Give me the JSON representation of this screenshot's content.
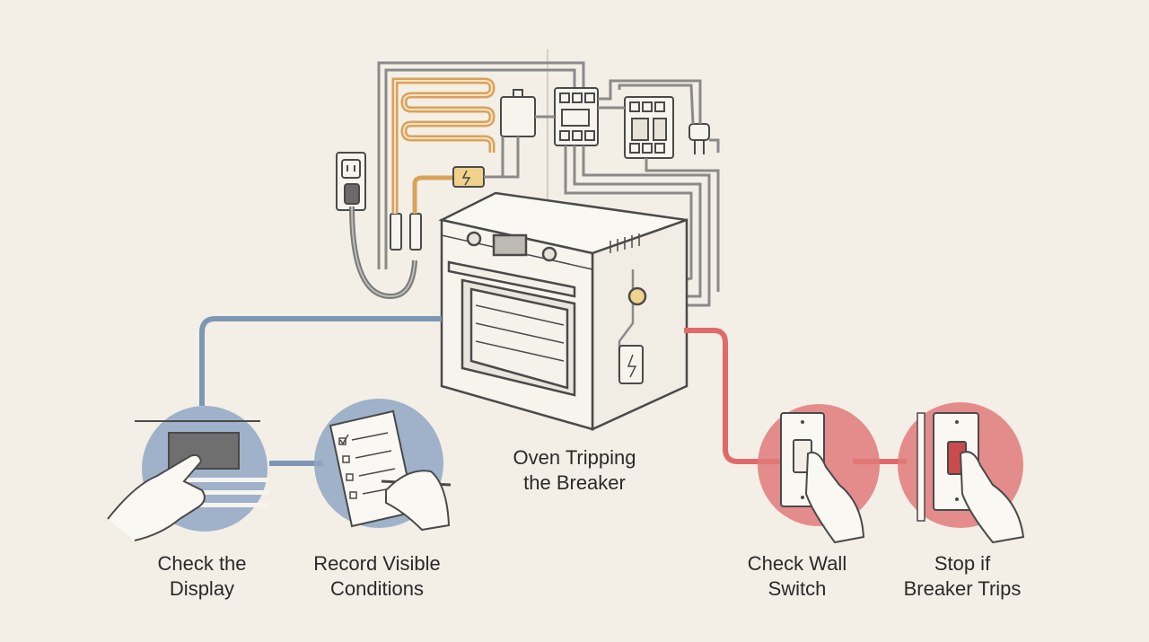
{
  "diagram": {
    "center": {
      "line1": "Oven Tripping",
      "line2": "the Breaker"
    },
    "steps": [
      {
        "line1": "Check the",
        "line2": "Display",
        "color": "#7d96b5",
        "icon": "display-check-hand-icon"
      },
      {
        "line1": "Record Visible",
        "line2": "Conditions",
        "color": "#7d96b5",
        "icon": "checklist-writing-icon"
      },
      {
        "line1": "Check Wall",
        "line2": "Switch",
        "color": "#e07a7a",
        "icon": "wall-switch-hand-icon"
      },
      {
        "line1": "Stop if",
        "line2": "Breaker Trips",
        "color": "#e07a7a",
        "icon": "breaker-switch-hand-icon"
      }
    ],
    "colors": {
      "background": "#f3efe6",
      "blue_path": "#7d96b5",
      "red_path": "#e06a6a",
      "line_art": "#4a4a4a",
      "heating_element": "#d9a25a"
    }
  }
}
